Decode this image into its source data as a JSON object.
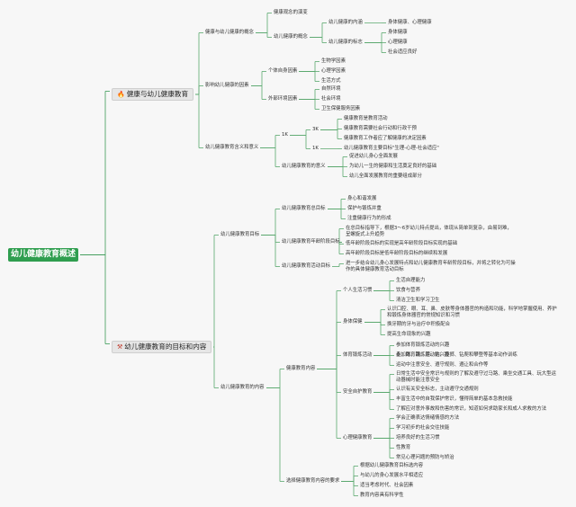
{
  "root": "幼儿健康教育概述",
  "sections": [
    {
      "title": "健康与幼儿健康教育",
      "icon": "fire-icon",
      "children": [
        {
          "label": "健康与幼儿健康的概念",
          "children": [
            {
              "label": "健康观念的演变"
            },
            {
              "label": "幼儿健康的概念",
              "children": [
                {
                  "label": "幼儿健康的内涵",
                  "children": [
                    {
                      "label": "身体健康、心理健康"
                    }
                  ]
                },
                {
                  "label": "幼儿健康的标志",
                  "children": [
                    {
                      "label": "身体健康"
                    },
                    {
                      "label": "心理健康"
                    },
                    {
                      "label": "社会适应良好"
                    }
                  ]
                }
              ]
            }
          ]
        },
        {
          "label": "影响幼儿健康的因素",
          "children": [
            {
              "label": "个体自身因素",
              "children": [
                {
                  "label": "生物学因素"
                },
                {
                  "label": "心理学因素"
                },
                {
                  "label": "生活方式"
                }
              ]
            },
            {
              "label": "外部环境因素",
              "children": [
                {
                  "label": "自然环境"
                },
                {
                  "label": "社会环境"
                },
                {
                  "label": "卫生保健服务因素"
                }
              ]
            }
          ]
        },
        {
          "label": "幼儿健康教育含义和意义",
          "children": [
            {
              "label": "1K",
              "children": [
                {
                  "label": "3K",
                  "children": [
                    {
                      "label": "健康教育是教育活动"
                    },
                    {
                      "label": "健康教育需要社会行动和行政干预"
                    },
                    {
                      "label": "健康教育工作者应了解健康的决定因素"
                    }
                  ]
                },
                {
                  "label": "1K",
                  "children": [
                    {
                      "label": "幼儿健康教育主要目标\"生理-心理-社会适应\""
                    }
                  ]
                }
              ]
            },
            {
              "label": "幼儿健康教育的意义",
              "children": [
                {
                  "label": "促进幼儿身心全面发展"
                },
                {
                  "label": "为幼儿一生的健康和生活奠定良好的基础"
                },
                {
                  "label": "幼儿全面发展教育的重要组成部分"
                }
              ]
            }
          ]
        }
      ]
    },
    {
      "title": "幼儿健康教育的目标和内容",
      "icon": "hammer-pick-icon",
      "children": [
        {
          "label": "幼儿健康教育目标",
          "children": [
            {
              "label": "幼儿健康教育总目标",
              "children": [
                {
                  "label": "身心和谐发展"
                },
                {
                  "label": "保护与锻炼并重"
                },
                {
                  "label": "注重健康行为的形成"
                }
              ]
            },
            {
              "label": "幼儿健康教育年龄阶段目标",
              "children": [
                {
                  "label": "在总目标指导下，根据3～6岁幼儿特点提出，体现从简单到复杂，由易到难，呈螺旋式上升趋势"
                },
                {
                  "label": "低年龄阶段目标的实现是高年龄阶段目标实现的基础"
                },
                {
                  "label": "高年龄阶段目标是低年龄阶段目标的继续和发展"
                }
              ]
            },
            {
              "label": "幼儿健康教育活动目标",
              "children": [
                {
                  "label": "进一步结合幼儿身心发展特点和幼儿健康教育年龄阶段目标，并将之转化为可操作的具体健康教育活动目标"
                }
              ]
            }
          ]
        },
        {
          "label": "幼儿健康教育的内容",
          "children": [
            {
              "label": "健康教育内容",
              "children": [
                {
                  "label": "个人生活习惯",
                  "children": [
                    {
                      "label": "生活自理能力"
                    },
                    {
                      "label": "饮食与营养"
                    },
                    {
                      "label": "清洁卫生和学习卫生"
                    }
                  ]
                },
                {
                  "label": "身体保健",
                  "children": [
                    {
                      "label": "认识口腔、眼、耳、鼻、皮肤等身体器官的构造和功能，科学地掌握使用、养护和锻炼身体器官的常规知识和习惯"
                    },
                    {
                      "label": "换牙期的牙与治疗中积极配合"
                    },
                    {
                      "label": "提高生命现象的兴趣"
                    }
                  ]
                },
                {
                  "label": "体育锻炼活动",
                  "children": [
                    {
                      "label": "参加体育锻炼活动的兴趣"
                    },
                    {
                      "label": "走、跑、跳、爬、钻、投掷、钻爬和攀登等基本动作训练"
                    },
                    {
                      "label": "运动中注意安全、遵守规则、遵让和合作等"
                    }
                  ]
                },
                {
                  "label": "安全自护教育",
                  "children": [
                    {
                      "label": "日常生活中安全常识与规则的了解及遵守过马路、乘坐交通工具、玩大型运动器械时能注意安全"
                    },
                    {
                      "label": "认识有关安全标志，主动遵守交通规则"
                    },
                    {
                      "label": "丰富生活中的自我保护常识，懂得简单的基本急救技能"
                    },
                    {
                      "label": "了解应对意外事故和伤害的常识，知道如何求助家长和成人求救的方法"
                    }
                  ]
                },
                {
                  "label": "心理健康教育",
                  "children": [
                    {
                      "label": "学会正确表达情绪情感的方法"
                    },
                    {
                      "label": "学习初步的社会交往技能"
                    },
                    {
                      "label": "培养良好的生活习惯"
                    },
                    {
                      "label": "性教育"
                    },
                    {
                      "label": "常见心理问题的预防与矫治"
                    }
                  ]
                }
              ]
            },
            {
              "label": "选择健康教育内容的要求",
              "children": [
                {
                  "label": "根据幼儿健康教育目标选内容"
                },
                {
                  "label": "与幼儿的身心发展水平相适应"
                },
                {
                  "label": "适当考虑时代、社会因素"
                },
                {
                  "label": "教育内容具有科学性"
                }
              ]
            }
          ]
        }
      ]
    }
  ]
}
